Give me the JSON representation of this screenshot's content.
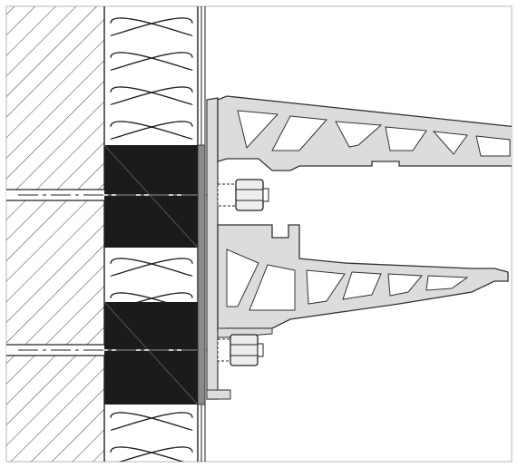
{
  "figure": {
    "colors": {
      "background": "#ffffff",
      "frame": "#cfcfcf",
      "hatch": "#5a5a5a",
      "outline": "#222222",
      "block_fill": "#1b1b1b",
      "profile_fill": "#dcdcdc",
      "profile_stroke": "#333333",
      "bolt_fill": "#eeeeee"
    },
    "icons": {
      "wall": "hatched-masonry-wall",
      "insulation": "mineral-wool-insulation",
      "bracket": "aluminium-bracket-profile",
      "fastener": "bolt-nut-assembly"
    }
  }
}
